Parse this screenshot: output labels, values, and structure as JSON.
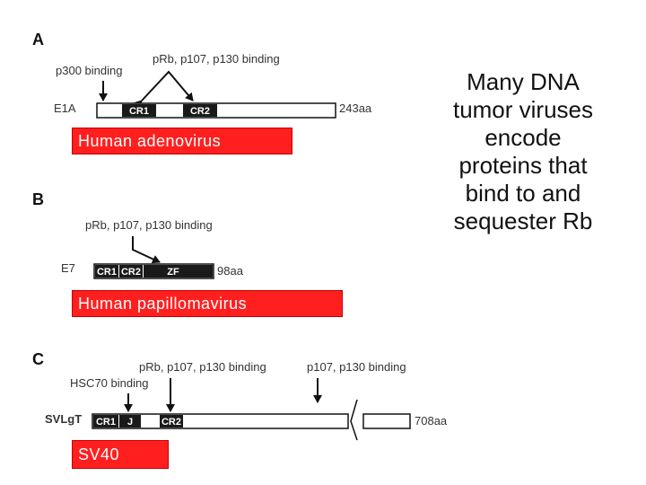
{
  "panels": {
    "a": {
      "letter": "A",
      "protein": "E1A",
      "length": "243aa",
      "binding_labels": {
        "p300": "p300 binding",
        "rb": "pRb, p107, p130 binding"
      },
      "domains": [
        "CR1",
        "CR2"
      ],
      "virus": "Human adenovirus"
    },
    "b": {
      "letter": "B",
      "protein": "E7",
      "length": "98aa",
      "binding_labels": {
        "rb": "pRb, p107, p130 binding"
      },
      "domains": [
        "CR1",
        "CR2",
        "ZF"
      ],
      "virus": "Human papillomavirus"
    },
    "c": {
      "letter": "C",
      "protein": "SVLgT",
      "length": "708aa",
      "binding_labels": {
        "rb": "pRb, p107, p130 binding",
        "p107": "p107, p130 binding",
        "hsc70": "HSC70 binding"
      },
      "domains": [
        "CR1",
        "J",
        "CR2"
      ],
      "virus": "SV40"
    }
  },
  "caption": [
    "Many DNA",
    "tumor viruses",
    "encode",
    "proteins that",
    "bind to and",
    "sequester Rb"
  ],
  "colors": {
    "label_red": "#ff1f1f",
    "domain_fill": "#1a1a1a",
    "bar_fill": "#ffffff"
  }
}
